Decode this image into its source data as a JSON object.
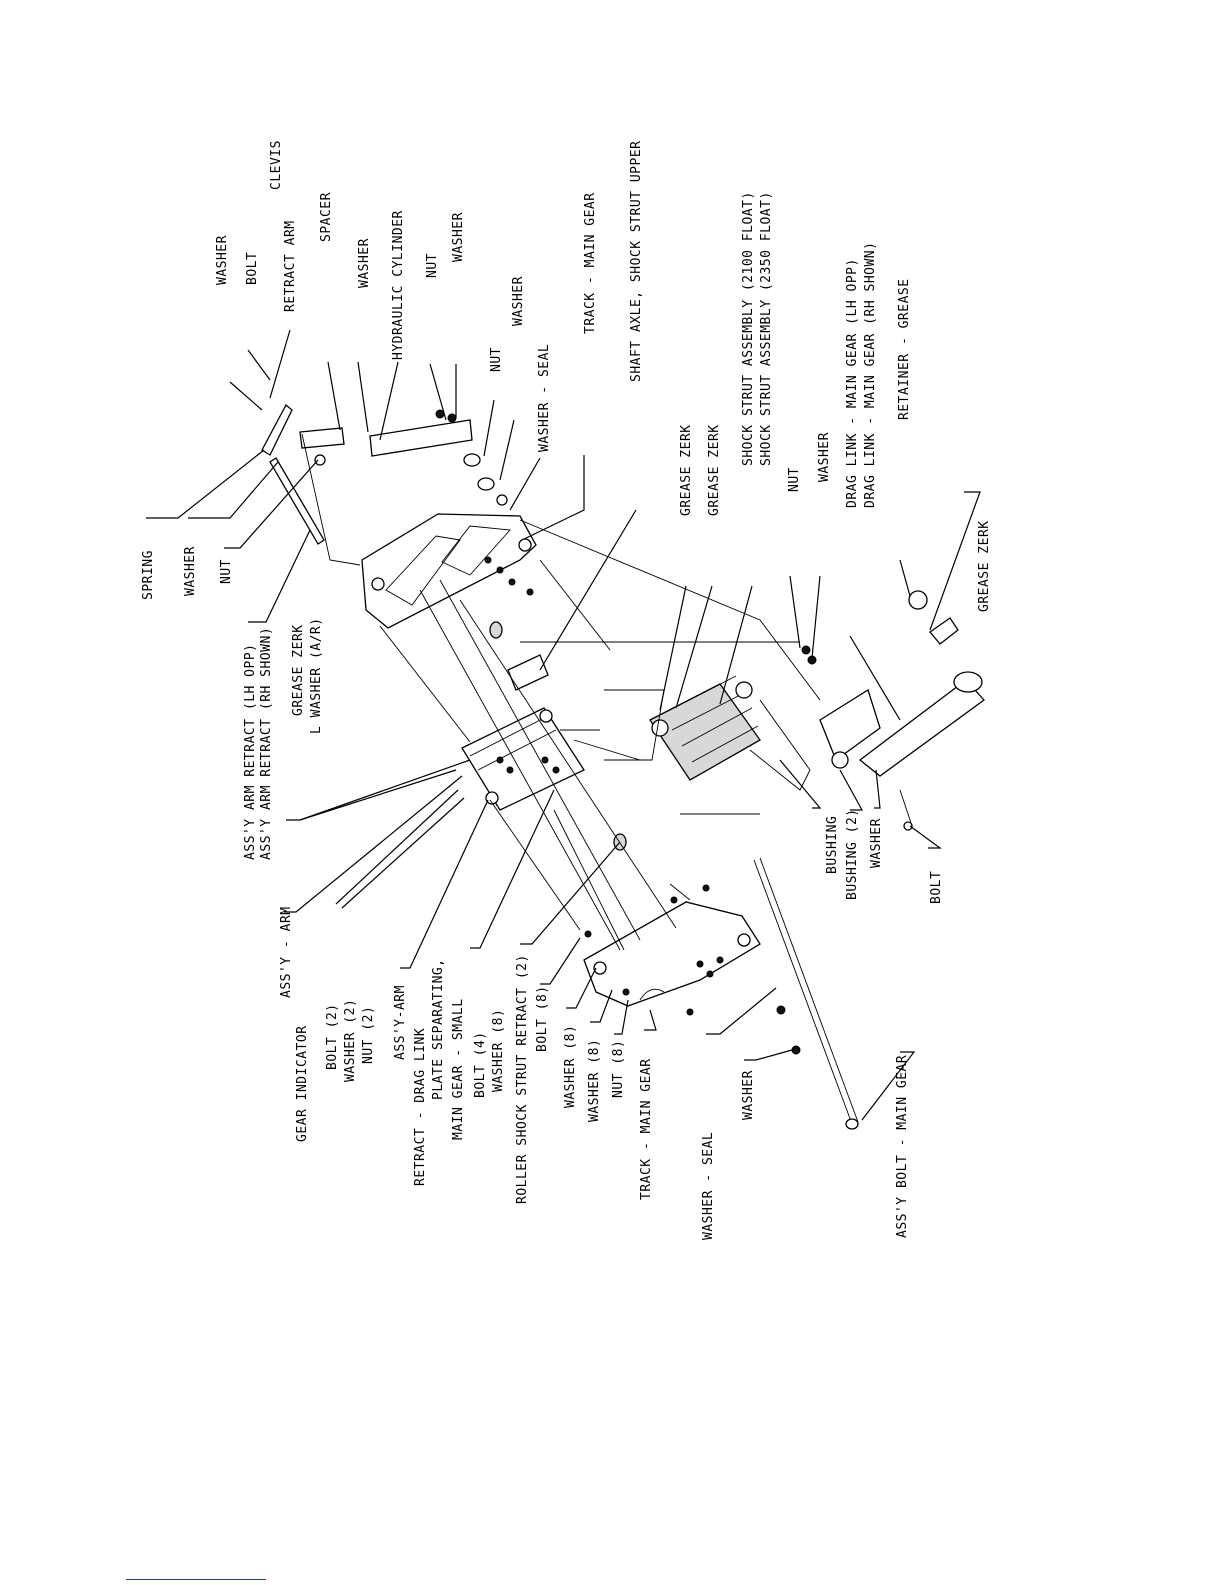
{
  "labels": {
    "washer_1": "WASHER",
    "bolt_1": "BOLT",
    "retract_arm": "RETRACT ARM",
    "clevis": "CLEVIS",
    "spacer": "SPACER",
    "washer_2": "WASHER",
    "hydraulic_cylinder": "HYDRAULIC CYLINDER",
    "nut_1": "NUT",
    "washer_3": "WASHER",
    "nut_2": "NUT",
    "washer_4": "WASHER",
    "washer_seal_1": "WASHER - SEAL",
    "track_main_gear_1": "TRACK - MAIN GEAR",
    "shaft_axle": "SHAFT AXLE, SHOCK STRUT UPPER",
    "grease_zerk_1": "GREASE ZERK",
    "grease_zerk_2": "GREASE ZERK",
    "shock_strut_2100": "SHOCK STRUT ASSEMBLY (2100 FLOAT)",
    "shock_strut_2350": "SHOCK STRUT ASSEMBLY (2350 FLOAT)",
    "nut_3": "NUT",
    "washer_5": "WASHER",
    "drag_link_lh": "DRAG LINK - MAIN GEAR (LH OPP)",
    "drag_link_rh": "DRAG LINK - MAIN GEAR (RH SHOWN)",
    "retainer_grease": "RETAINER - GREASE",
    "grease_zerk_3": "GREASE ZERK",
    "spring": "SPRING",
    "washer_6": "WASHER",
    "nut_4": "NUT",
    "arm_retract_lh": "ASS'Y ARM RETRACT (LH OPP)",
    "arm_retract_rh": "ASS'Y ARM RETRACT (RH SHOWN)",
    "grease_zerk_4": "GREASE ZERK",
    "l_washer": "L WASHER (A/R)",
    "bushing": "BUSHING",
    "bushing_2": "BUSHING (2)",
    "washer_7": "WASHER",
    "bolt_2": "BOLT",
    "gear_indicator": "GEAR INDICATOR",
    "assy_arm": "ASS'Y - ARM",
    "bolt_2x": "BOLT (2)",
    "washer_2x": "WASHER (2)",
    "nut_2x": "NUT (2)",
    "assy_arm_2": "ASS'Y-ARM",
    "retract_drag_link": "RETRACT - DRAG LINK",
    "plate_separating": "PLATE SEPARATING,",
    "main_gear_small": "MAIN GEAR - SMALL",
    "bolt_4x": "BOLT (4)",
    "washer_8x_1": "WASHER (8)",
    "roller_shock": "ROLLER SHOCK STRUT RETRACT (2)",
    "bolt_8x": "BOLT (8)",
    "washer_8x_2": "WASHER (8)",
    "washer_8x_3": "WASHER (8)",
    "nut_8x": "NUT (8)",
    "track_main_gear_2": "TRACK - MAIN GEAR",
    "washer_seal_2": "WASHER - SEAL",
    "washer_9": "WASHER",
    "assy_bolt_main_gear": "ASS'Y BOLT - MAIN GEAR"
  }
}
